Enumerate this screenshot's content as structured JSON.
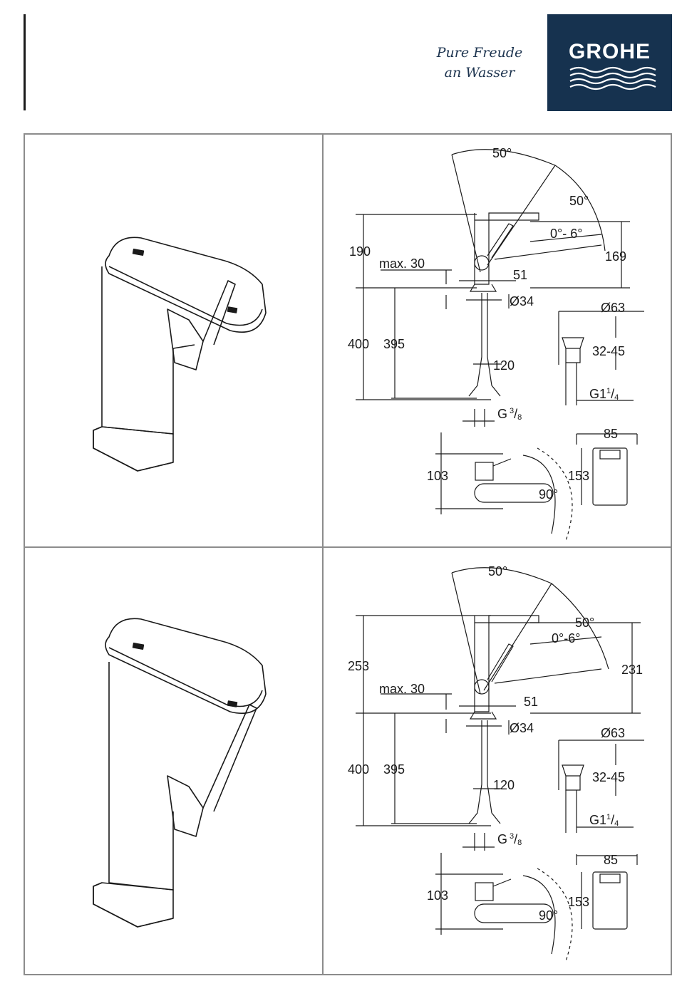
{
  "header": {
    "slogan_line1": "Pure Freude",
    "slogan_line2": "an Wasser",
    "brand": "GROHE",
    "brand_color": "#16324f"
  },
  "drawings": [
    {
      "angle_top": "50°",
      "angle_right": "50°",
      "height": "190",
      "reach": "169",
      "tilt": "0°- 6°",
      "max_thickness": "max. 30",
      "spout_offset": "51",
      "hole_diameter": "Ø34",
      "below_counter": "400",
      "hose_length": "395",
      "tail_length": "120",
      "drain_diameter": "Ø63",
      "drain_range": "32-45",
      "drain_thread": "G1",
      "drain_thread_frac_num": "1",
      "drain_thread_frac_den": "4",
      "connection_thread": "G",
      "connection_num": "3",
      "connection_den": "8",
      "plan_depth": "103",
      "plan_rotation": "90°",
      "box_width": "85",
      "box_height": "153"
    },
    {
      "angle_top": "50°",
      "angle_right": "50°",
      "height": "253",
      "reach": "231",
      "tilt": "0°-6°",
      "max_thickness": "max. 30",
      "spout_offset": "51",
      "hole_diameter": "Ø34",
      "below_counter": "400",
      "hose_length": "395",
      "tail_length": "120",
      "drain_diameter": "Ø63",
      "drain_range": "32-45",
      "drain_thread": "G1",
      "drain_thread_frac_num": "1",
      "drain_thread_frac_den": "4",
      "connection_thread": "G",
      "connection_num": "3",
      "connection_den": "8",
      "plan_depth": "103",
      "plan_rotation": "90°",
      "box_width": "85",
      "box_height": "153"
    }
  ]
}
